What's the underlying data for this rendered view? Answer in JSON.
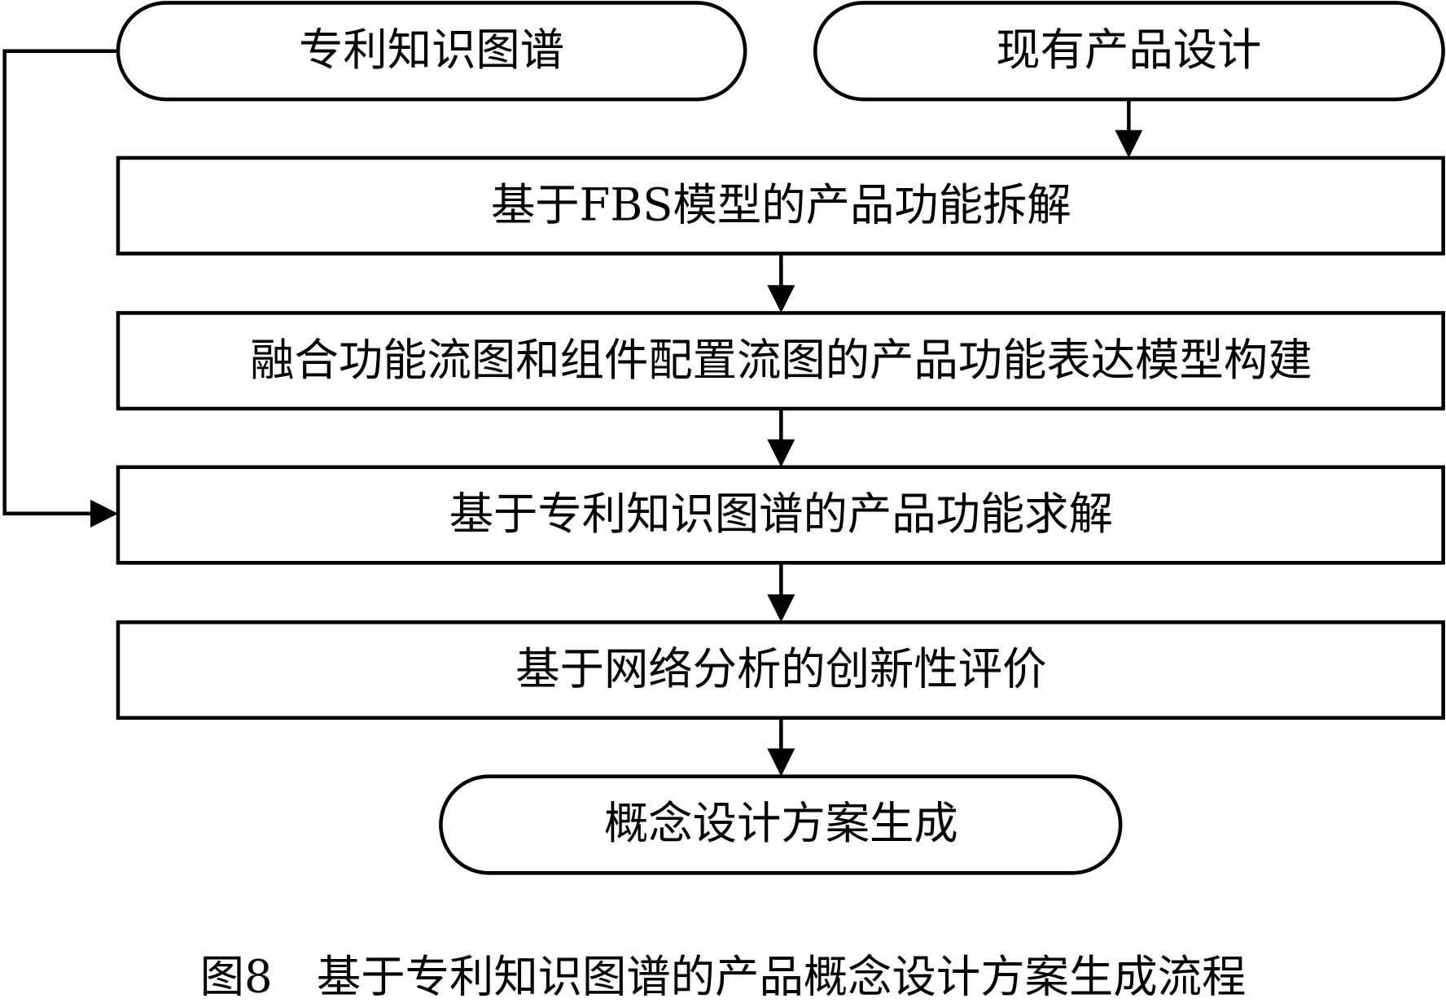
{
  "nodes": {
    "patent_kg": "专利知识图谱",
    "existing_design": "现有产品设计",
    "fbs_decomposition": "基于FBS模型的产品功能拆解",
    "expression_model": "融合功能流图和组件配置流图的产品功能表达模型构建",
    "kg_solving": "基于专利知识图谱的产品功能求解",
    "innovation_eval": "基于网络分析的创新性评价",
    "concept_generation": "概念设计方案生成"
  },
  "caption": "图8　基于专利知识图谱的产品概念设计方案生成流程"
}
